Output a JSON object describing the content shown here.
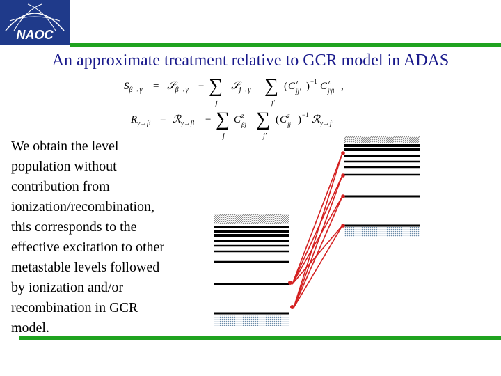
{
  "logo": {
    "text": "NAOC"
  },
  "title": "An approximate treatment relative to GCR model in ADAS",
  "equations": {
    "eq1": {
      "lhs_symbol": "S",
      "lhs_sub": "β→γ",
      "rhs_symbol": "𝒮",
      "rhs_sub": "β→γ",
      "sum1_index": "j",
      "term1": "𝒮",
      "term1_sub": "j→γ",
      "sum2_index": "j′",
      "c": "C",
      "c_sup": "z",
      "c_sub": "jj′",
      "inv": "−1",
      "c2_sup": "z",
      "c2_sub": "j′β"
    },
    "eq2": {
      "lhs_symbol": "R",
      "lhs_sub": "γ→β",
      "rhs_symbol": "ℛ",
      "rhs_sub": "γ→β",
      "sum1_index": "j",
      "c1": "C",
      "c1_sup": "z",
      "c1_sub": "βj",
      "sum2_index": "j′",
      "c": "C",
      "c_sup": "z",
      "c_sub": "jj′",
      "inv": "−1",
      "term": "ℛ",
      "term_sub": "γ→j′"
    }
  },
  "body_lines": [
    "We obtain the level",
    "population without",
    "contribution from",
    "ionization/recombination,",
    "this corresponds to the",
    "effective excitation to other",
    "metastable levels followed",
    "by ionization and/or",
    "recombination in GCR",
    "model."
  ],
  "colors": {
    "accent_green": "#1fa31f",
    "title_blue": "#1a1a8c",
    "logo_blue": "#1f3a8a",
    "arrow_red": "#d42020"
  }
}
